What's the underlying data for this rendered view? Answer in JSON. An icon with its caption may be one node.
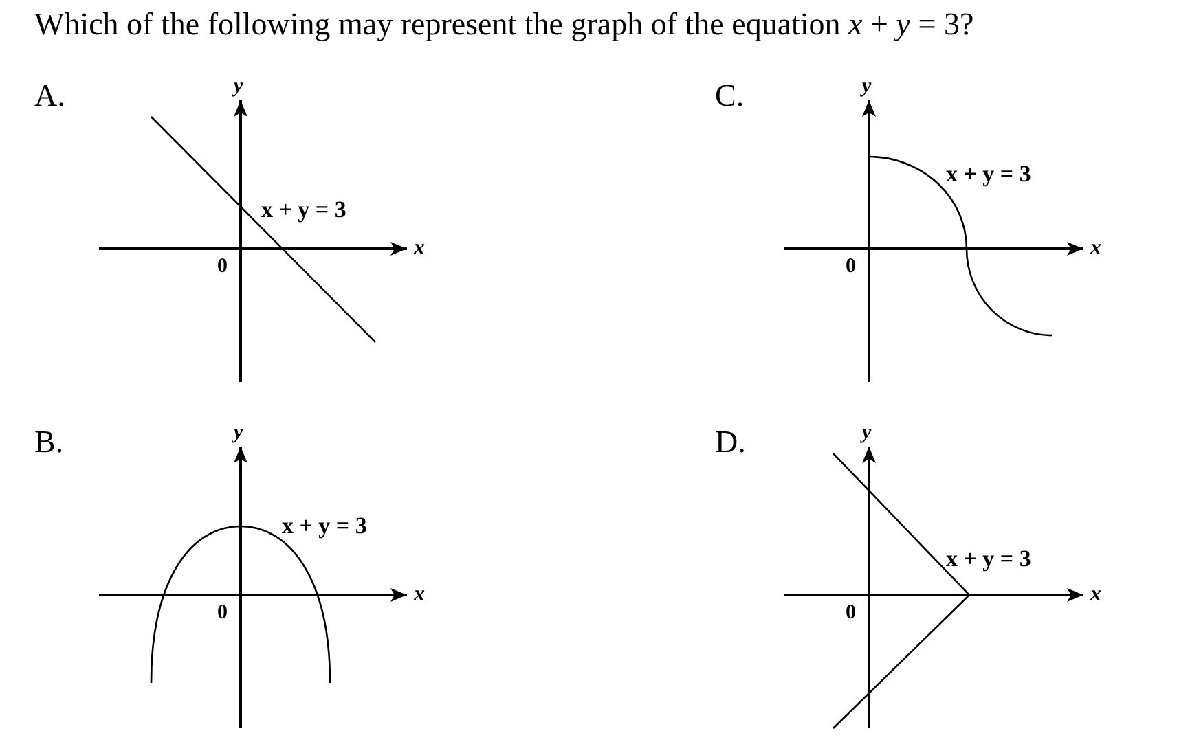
{
  "diagram": {
    "title": "Which of the following may represent the graph of the equation *x* + *y* = 3?",
    "labels": [
      "A.",
      "y",
      "x + y = 3",
      "x",
      "0",
      "C.",
      "y",
      "x + y = 3",
      "x",
      "0",
      "B.",
      "y",
      "x + y = 3",
      "x",
      "0",
      "D.",
      "y",
      "x + y = 3",
      "x",
      "0"
    ]
  }
}
